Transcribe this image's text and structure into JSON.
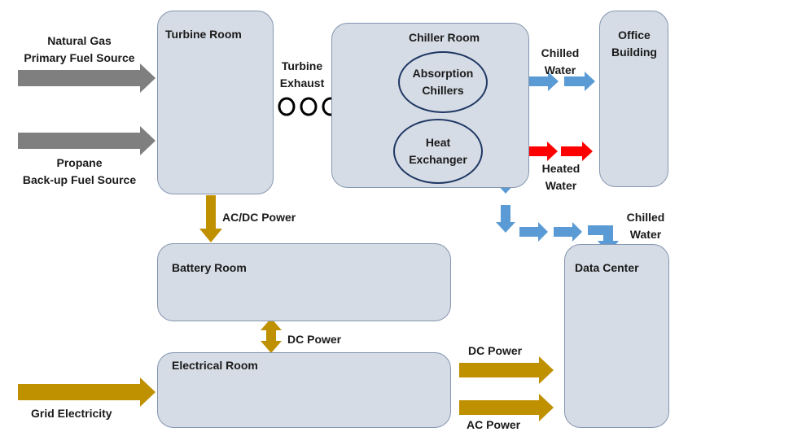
{
  "rooms": {
    "turbine": "Turbine Room",
    "chiller": "Chiller Room",
    "office": "Office\nBuilding",
    "battery": "Battery Room",
    "electrical": "Electrical Room",
    "data_center": "Data Center"
  },
  "units": {
    "absorption": "Absorption\nChillers",
    "heat_exchanger": "Heat\nExchanger"
  },
  "labels": {
    "natural_gas": "Natural Gas\nPrimary Fuel Source",
    "propane": "Propane\nBack-up Fuel Source",
    "turbine_exhaust": "Turbine\nExhaust",
    "chilled_water_office": "Chilled\nWater",
    "heated_water": "Heated\nWater",
    "chilled_water_dc": "Chilled\nWater",
    "acdc_power": "AC/DC Power",
    "dc_power_mid": "DC Power",
    "dc_power_right": "DC Power",
    "ac_power": "AC Power",
    "grid": "Grid Electricity"
  },
  "colors": {
    "room_fill": "#d6dce5",
    "room_border": "#8496b0",
    "fuel_arrow": "#7f7f7f",
    "power_arrow": "#bf9000",
    "chilled_water_arrow": "#5b9bd5",
    "heated_water_arrow": "#ff0000",
    "unit_border": "#1f3864"
  }
}
